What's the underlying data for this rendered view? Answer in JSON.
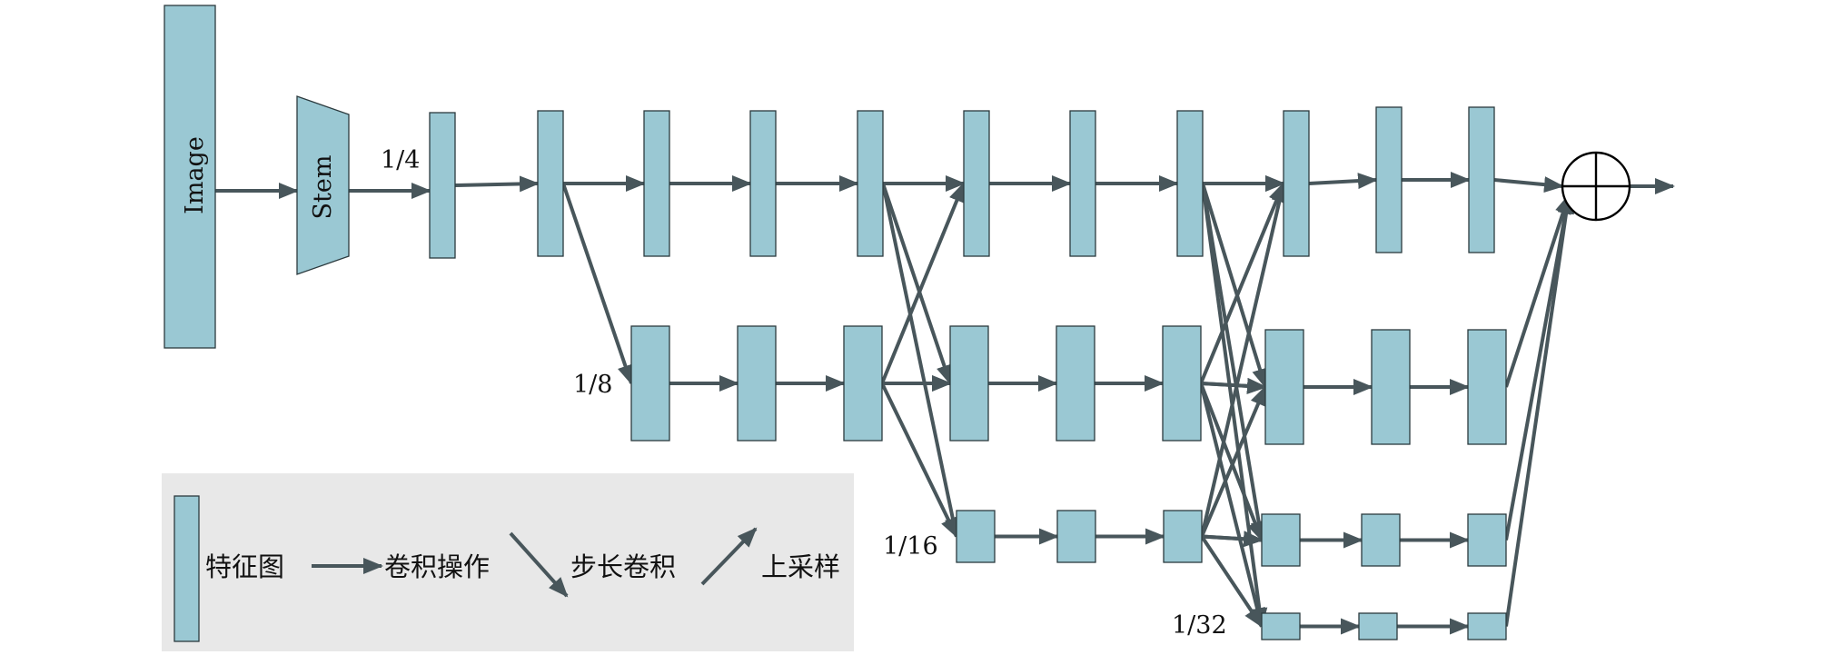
{
  "labels": {
    "image": "Image",
    "stem": "Stem",
    "scale_4": "1/4",
    "scale_8": "1/8",
    "scale_16": "1/16",
    "scale_32": "1/32"
  },
  "legend": {
    "feature_map": "特征图",
    "conv": "卷积操作",
    "strided_conv": "步长卷积",
    "upsample": "上采样"
  },
  "colors": {
    "block_fill": "#9ac8d3",
    "arrow": "#48565b",
    "legend_bg": "#e8e8e8"
  }
}
